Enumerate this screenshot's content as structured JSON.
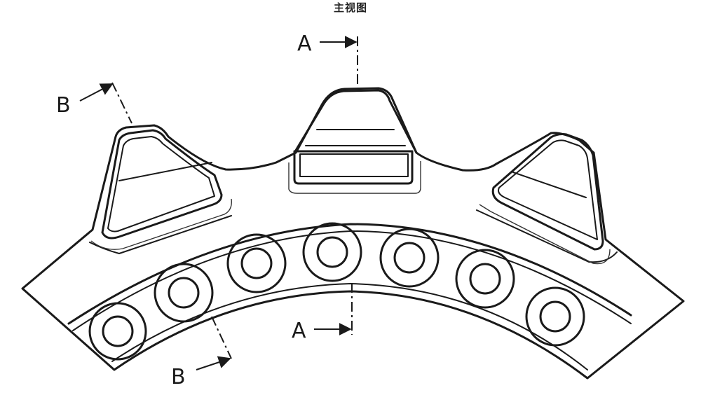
{
  "title": "主视图",
  "section_labels": {
    "a_top": "A",
    "a_bottom": "A",
    "b_top": "B",
    "b_bottom": "B"
  },
  "colors": {
    "line": "#1a1a1a",
    "background": "#ffffff"
  }
}
